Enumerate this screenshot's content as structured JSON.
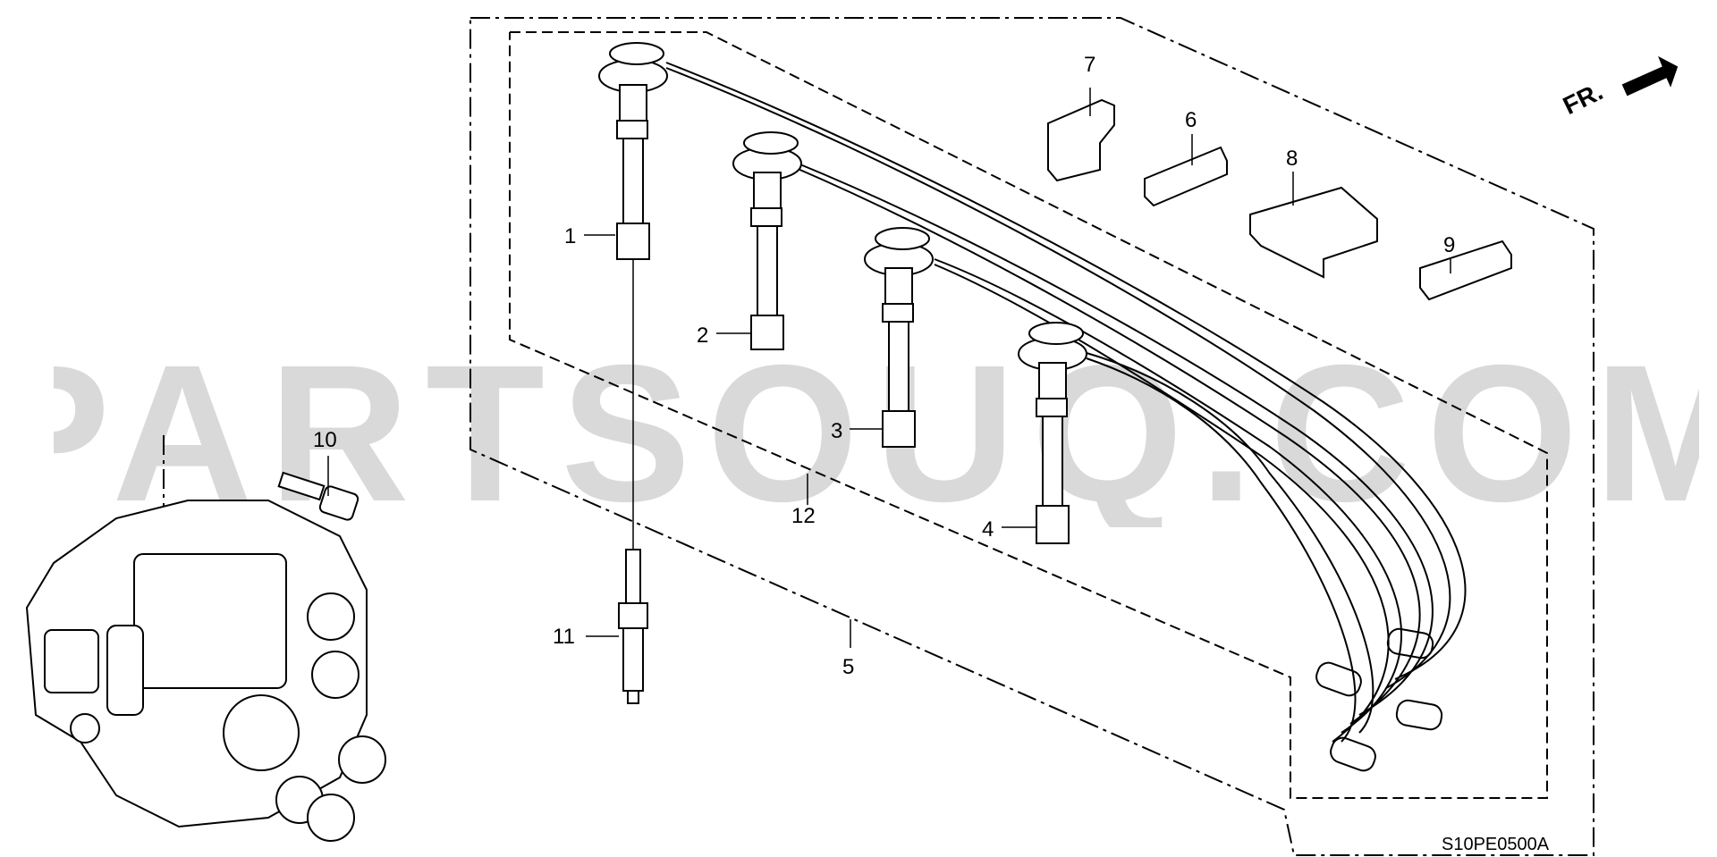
{
  "watermark": {
    "text": "PARTSOUQ.COM",
    "color": "#d9d9d9"
  },
  "orientation": {
    "label": "FR."
  },
  "diagram_code": "S10PE0500A",
  "callouts": [
    {
      "num": "1"
    },
    {
      "num": "2"
    },
    {
      "num": "3"
    },
    {
      "num": "4"
    },
    {
      "num": "5"
    },
    {
      "num": "6"
    },
    {
      "num": "7"
    },
    {
      "num": "8"
    },
    {
      "num": "9"
    },
    {
      "num": "10"
    },
    {
      "num": "11"
    },
    {
      "num": "12"
    }
  ],
  "colors": {
    "line": "#000000",
    "part_fill": "#ffffff",
    "stipple": "#888888"
  }
}
